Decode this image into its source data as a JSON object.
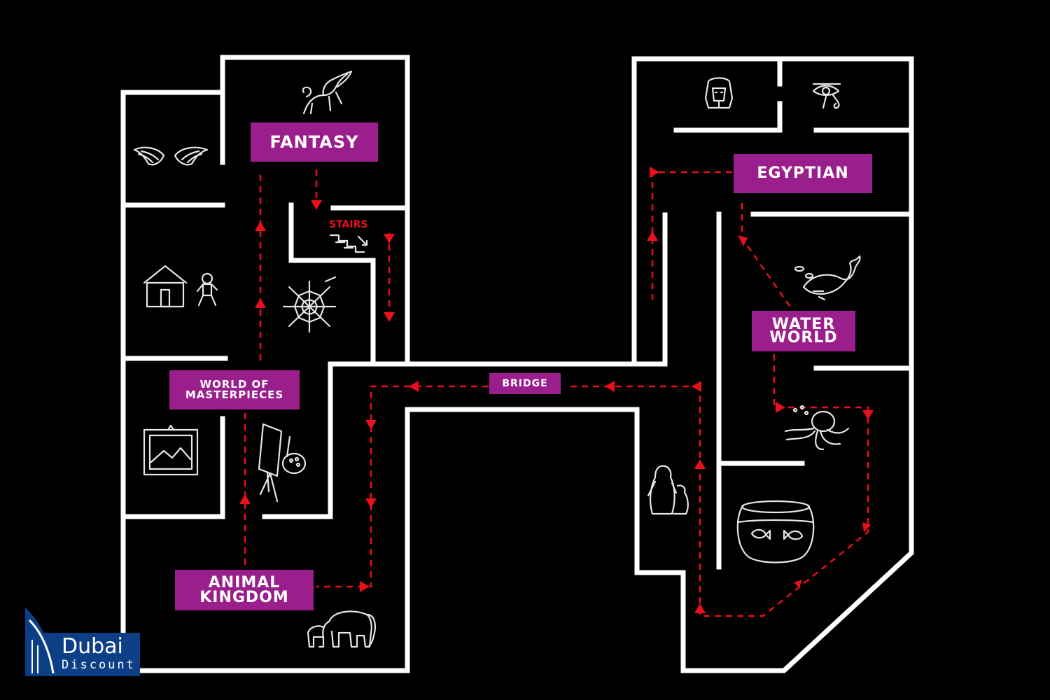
{
  "map": {
    "zones": {
      "fantasy": "FANTASY",
      "egyptian": "EGYPTIAN",
      "masterpieces": "WORLD OF MASTERPIECES",
      "bridge": "BRIDGE",
      "water_world": "WATER WORLD",
      "animal_kingdom": "ANIMAL KINGDOM"
    },
    "stairs": "STAIRS",
    "colors": {
      "background": "#000000",
      "walls": "#ffffff",
      "route": "#e8101c",
      "label_bg": "#9a1f8c",
      "logo_bg": "#0d3f86"
    },
    "icons": [
      "wings-icon",
      "pegasus-icon",
      "hut-icon",
      "gingerbread-man-icon",
      "spider-web-icon",
      "painting-icon",
      "easel-icon",
      "elephants-icon",
      "pharaoh-icon",
      "eye-of-horus-icon",
      "whale-icon",
      "octopus-icon",
      "fishbowl-icon",
      "penguins-icon",
      "stairs-icon"
    ]
  },
  "logo": {
    "word1": "Dubai",
    "word2": "Discount"
  }
}
